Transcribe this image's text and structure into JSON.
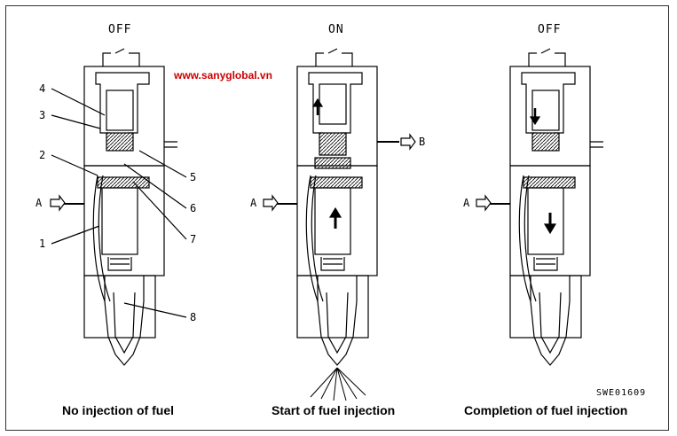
{
  "watermark": "www.sanyglobal.vn",
  "figure_code": "SWE01609",
  "panels": [
    {
      "state": "OFF",
      "caption": "No injection of fuel"
    },
    {
      "state": "ON",
      "caption": "Start of fuel injection"
    },
    {
      "state": "OFF",
      "caption": "Completion of fuel injection"
    }
  ],
  "callouts": [
    "4",
    "3",
    "2",
    "1",
    "5",
    "6",
    "7",
    "8"
  ],
  "flow_labels": {
    "inlet": "A",
    "return": "B"
  }
}
